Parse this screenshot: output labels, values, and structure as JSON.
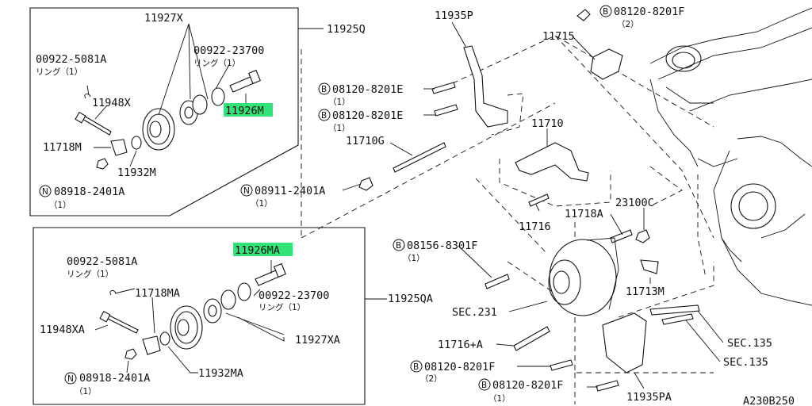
{
  "labels": {
    "p11927X": "11927X",
    "p11925Q": "11925Q",
    "p00922_23700": "00922-23700",
    "ring1_a": "リング（1）",
    "p00922_5081A": "00922-5081A",
    "ring1_b": "リング（1）",
    "p11948X": "11948X",
    "p11926M": "11926M",
    "p11718M": "11718M",
    "p11932M": "11932M",
    "p08918_2401A_top": "08918-2401A",
    "q1_a": "（1）",
    "p11935P": "11935P",
    "p08120_8201E_1": "08120-8201E",
    "q1_b": "（1）",
    "p08120_8201E_2": "08120-8201E",
    "q1_c": "（1）",
    "p11710G": "11710G",
    "p08911_2401A": "08911-2401A",
    "q1_d": "（1）",
    "p08120_8201F_top": "08120-8201F",
    "q2_a": "（2）",
    "p11715": "11715",
    "p11710": "11710",
    "p11716": "11716",
    "p23100C": "23100C",
    "p11718A": "11718A",
    "p08156_8301F": "08156-8301F",
    "q1_e": "（1）",
    "p11713M": "11713M",
    "sec231": "SEC.231",
    "p11716A": "11716+A",
    "sec135_a": "SEC.135",
    "sec135_b": "SEC.135",
    "p08120_8201F_2": "08120-8201F",
    "q2_b": "（2）",
    "p08120_8201F_3": "08120-8201F",
    "q1_f": "（1）",
    "p11935PA": "11935PA",
    "code": "A230B250",
    "p11926MA": "11926MA",
    "p00922_5081A_b": "00922-5081A",
    "ring1_c": "リング（1）",
    "p11718MA": "11718MA",
    "p00922_23700_b": "00922-23700",
    "ring1_d": "リング（1）",
    "p11925QA": "11925QA",
    "p11948XA": "11948XA",
    "p11927XA": "11927XA",
    "p11932MA": "11932MA",
    "p08918_2401A_bot": "08918-2401A",
    "q1_g": "（1）"
  },
  "symbols": {
    "bolt": "B",
    "nut": "N"
  },
  "colors": {
    "highlight": "#33e37a",
    "ink": "#111111"
  }
}
